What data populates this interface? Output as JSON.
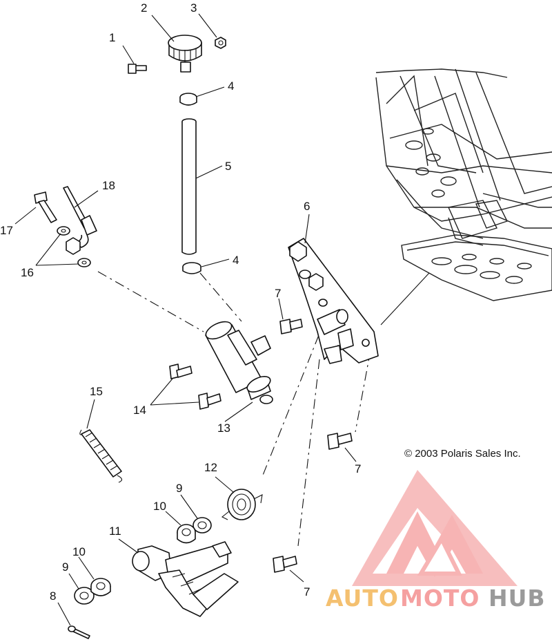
{
  "copyright": "© 2003 Polaris Sales Inc.",
  "logo": {
    "word_1": "AUTO",
    "word_2": "MOTO",
    "word_3": "HUB",
    "color_primary": "#f5a0a0",
    "color_accent": "#f4c070",
    "color_dark": "#9a9a9a"
  },
  "callouts": {
    "p1": "1",
    "p2": "2",
    "p3": "3",
    "p4a": "4",
    "p4b": "4",
    "p5": "5",
    "p6": "6",
    "p7a": "7",
    "p7b": "7",
    "p7c": "7",
    "p8": "8",
    "p9a": "9",
    "p9b": "9",
    "p10a": "10",
    "p10b": "10",
    "p11": "11",
    "p12": "12",
    "p13": "13",
    "p14": "14",
    "p15": "15",
    "p16": "16",
    "p17": "17",
    "p18": "18"
  }
}
